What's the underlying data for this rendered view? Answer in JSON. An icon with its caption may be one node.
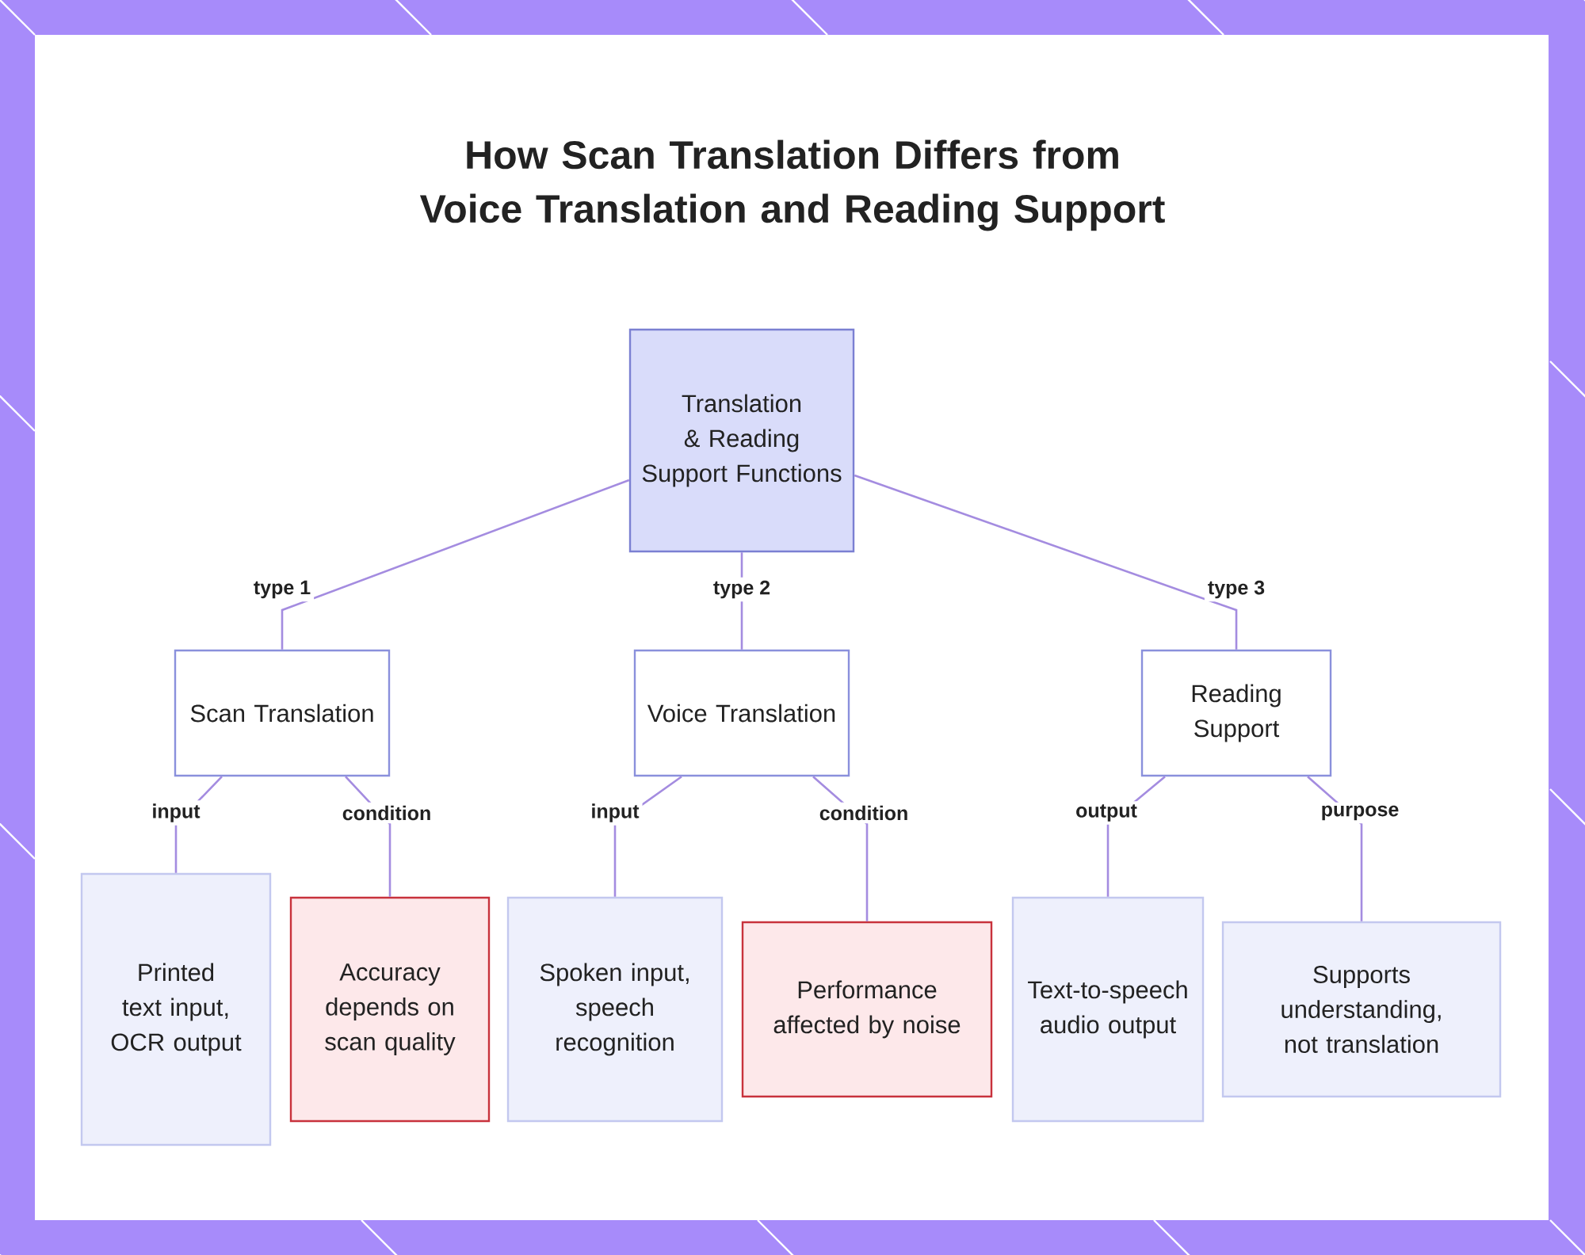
{
  "diagram": {
    "title": "How Scan Translation Differs from Voice Translation and Reading Support",
    "nodes": [
      {
        "text": [
          "Translation & Reading Support Functions"
        ]
      },
      {
        "text": [
          "Scan Translation"
        ]
      },
      {
        "text": [
          "Voice Translation"
        ]
      },
      {
        "text": [
          "Reading Support"
        ]
      },
      {
        "text": [
          "Printed text input, OCR output"
        ]
      },
      {
        "text": [
          "Accuracy depends on scan quality"
        ]
      },
      {
        "text": [
          "Spoken input, speech recognition"
        ]
      },
      {
        "text": [
          "Performance affected by noise"
        ]
      },
      {
        "text": [
          "Text-to-speech audio output"
        ]
      },
      {
        "text": [
          "Supports understanding, not translation"
        ]
      }
    ],
    "edges": [
      {
        "from": 0,
        "to": 1,
        "arrow": "none",
        "label": "type 1"
      },
      {
        "from": 0,
        "to": 2,
        "arrow": "none",
        "label": "type 2"
      },
      {
        "from": 0,
        "to": 3,
        "arrow": "none",
        "label": "type 3"
      },
      {
        "from": 1,
        "to": 4,
        "arrow": "none",
        "label": "input"
      },
      {
        "from": 1,
        "to": 5,
        "arrow": "none",
        "label": "condition"
      },
      {
        "from": 2,
        "to": 6,
        "arrow": "none",
        "label": "input"
      },
      {
        "from": 2,
        "to": 7,
        "arrow": "none",
        "label": "condition"
      },
      {
        "from": 3,
        "to": 8,
        "arrow": "none",
        "label": "output"
      },
      {
        "from": 3,
        "to": 9,
        "arrow": "none",
        "label": "purpose"
      }
    ]
  }
}
